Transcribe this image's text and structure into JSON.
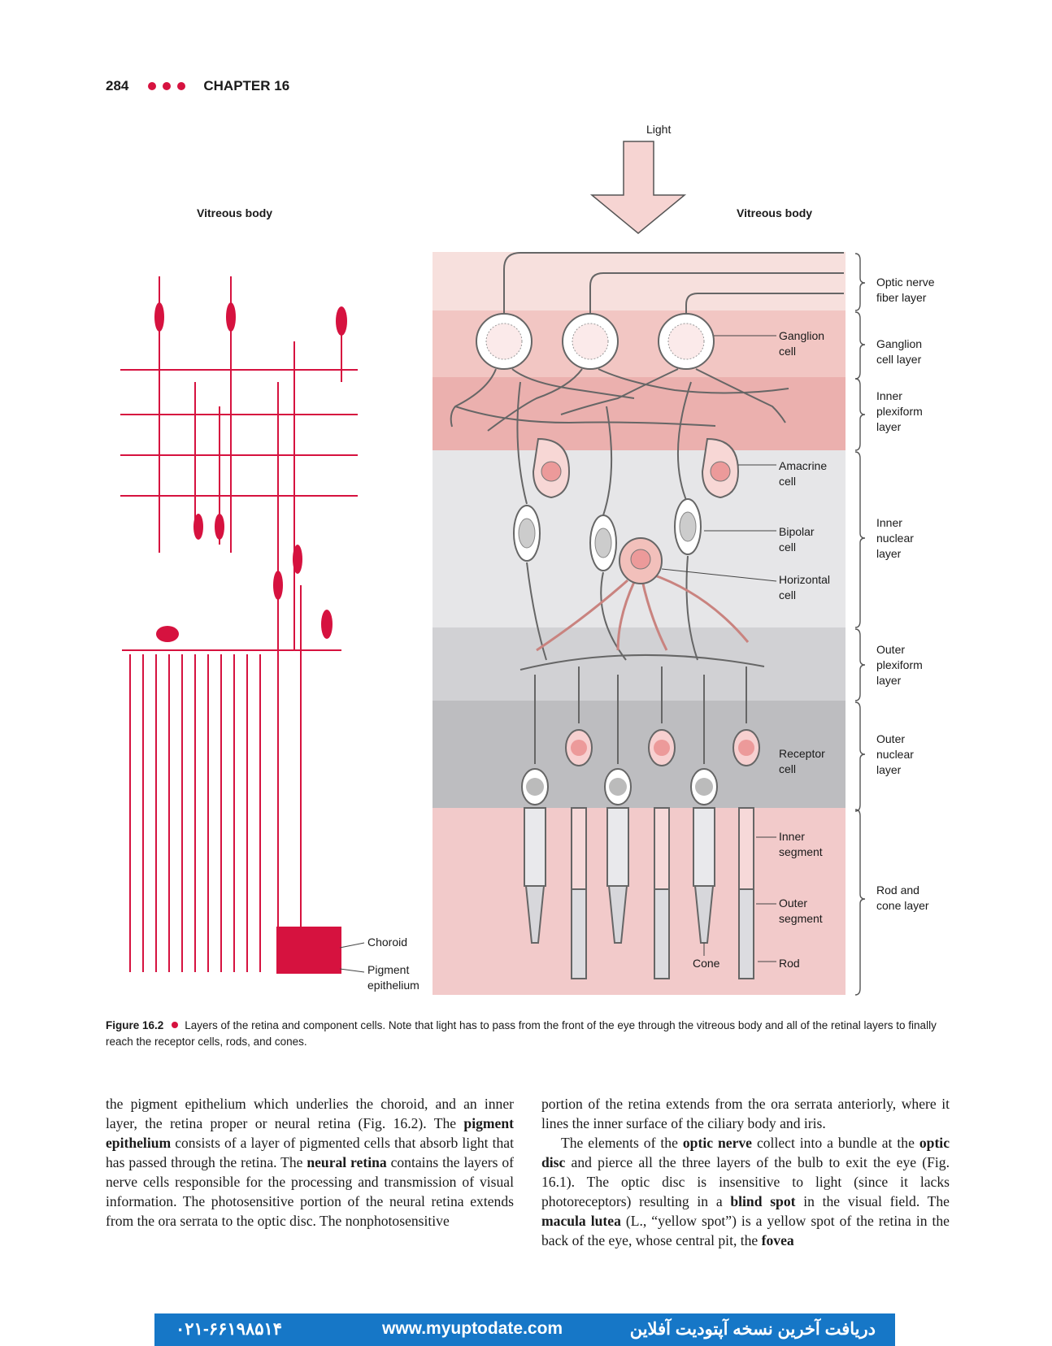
{
  "header": {
    "page_number": "284",
    "chapter": "CHAPTER 16"
  },
  "figure": {
    "light_label": "Light",
    "vitreous_left": "Vitreous body",
    "vitreous_right": "Vitreous body",
    "cell_labels": {
      "ganglion": [
        "Ganglion",
        "cell"
      ],
      "amacrine": [
        "Amacrine",
        "cell"
      ],
      "bipolar": [
        "Bipolar",
        "cell"
      ],
      "horizontal": [
        "Horizontal",
        "cell"
      ],
      "receptor": [
        "Receptor",
        "cell"
      ],
      "inner_segment": [
        "Inner",
        "segment"
      ],
      "outer_segment": [
        "Outer",
        "segment"
      ],
      "cone": "Cone",
      "rod": "Rod",
      "choroid": "Choroid",
      "pigment": [
        "Pigment",
        "epithelium"
      ]
    },
    "layers": [
      [
        "Optic nerve",
        "fiber layer"
      ],
      [
        "Ganglion",
        "cell layer"
      ],
      [
        "Inner",
        "plexiform",
        "layer"
      ],
      [
        "Inner",
        "nuclear",
        "layer"
      ],
      [
        "Outer",
        "plexiform",
        "layer"
      ],
      [
        "Outer",
        "nuclear",
        "layer"
      ],
      [
        "Rod and",
        "cone layer"
      ]
    ],
    "colors": {
      "accent": "#d6123f",
      "band1": "#f7e0dd",
      "band2": "#f2c6c3",
      "band3": "#ebb0ae",
      "band4": "#e6e6e8",
      "band5": "#d1d1d4",
      "band6": "#bdbdc0",
      "band7": "#f2caca"
    }
  },
  "caption": {
    "label": "Figure 16.2",
    "text": "Layers of the retina and component cells. Note that light has to pass from the front of the eye through the vitreous body and all of the retinal layers to finally reach the receptor cells, rods, and cones."
  },
  "body": {
    "left": {
      "t1": "the pigment epithelium which underlies the choroid, and an inner layer, the retina proper or neural retina (Fig. 16.2). The ",
      "b1": "pigment epithelium",
      "t2": " consists of a layer of pigmented cells that absorb light that has passed through the retina. The ",
      "b2": "neural retina",
      "t3": " contains the layers of nerve cells responsible for the processing and transmission of visual information. The photosensitive portion of the neural retina extends from the ora serrata to the optic disc. The nonphotosensitive"
    },
    "right": {
      "p1": "portion of the retina extends from the ora serrata anteriorly, where it lines the inner surface of the ciliary body and iris.",
      "t1": "The elements of the ",
      "b1": "optic nerve",
      "t2": " collect into a bundle at the ",
      "b2": "optic disc",
      "t3": " and pierce all the three layers of the bulb to exit the eye (Fig. 16.1). The optic disc is insensitive to light (since it lacks photoreceptors) resulting in a ",
      "b3": "blind spot",
      "t4": " in the visual field. The ",
      "b4": "macula lutea",
      "t5": " (L., “yellow spot”) is a yellow spot of the retina in the back of the eye, whose central pit, the ",
      "b5": "fovea"
    }
  },
  "footer": {
    "phone": "۰۲۱-۶۶۱۹۸۵۱۴",
    "url": "www.myuptodate.com",
    "persian": "دریافت آخرین نسخه آپتودیت آفلاین"
  }
}
